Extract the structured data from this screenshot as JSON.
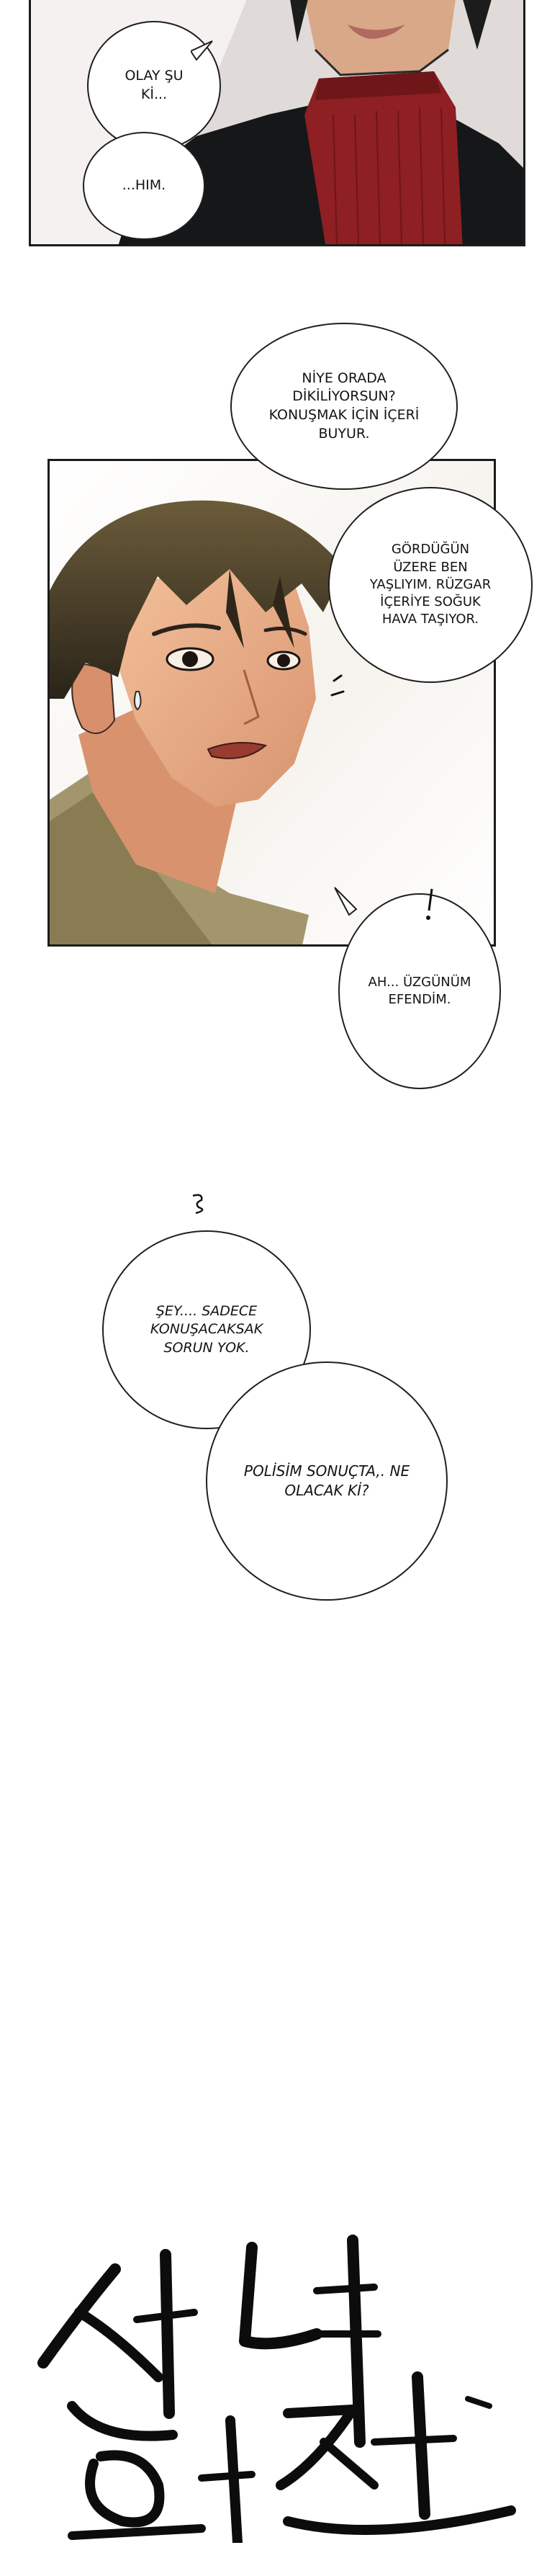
{
  "page": {
    "background": "#ffffff"
  },
  "panels": {
    "top": {
      "bubbles": [
        {
          "text": "OLAY ŞU\nKİ..."
        },
        {
          "text": "...HIM."
        }
      ]
    },
    "middle": {
      "bubbles": [
        {
          "text": "NİYE ORADA\nDİKİLİYORSUN?\nKONUŞMAK İÇİN İÇERİ\nBUYUR."
        },
        {
          "text": "GÖRDÜĞÜN\nÜZERE BEN\nYAŞLIYIM. RÜZGAR\nİÇERİYE SOĞUK\nHAVA TAŞIYOR."
        },
        {
          "text": "AH... ÜZGÜNÜM\nEFENDİM."
        }
      ]
    },
    "dialogue": {
      "bubbles": [
        {
          "text": "ŞEY.... SADECE\nKONUŞACAKSAK\nSORUN YOK."
        },
        {
          "text": "POLİSİM SONUÇTA,. NE\nOLACAK Kİ?"
        }
      ]
    }
  },
  "colors": {
    "ink": "#141414",
    "sweater_red": "#8e1f22",
    "coat_dark": "#151719",
    "skin": "#e7ae86",
    "hair": "#3b3325",
    "background_olive": "#9c8a5a"
  }
}
